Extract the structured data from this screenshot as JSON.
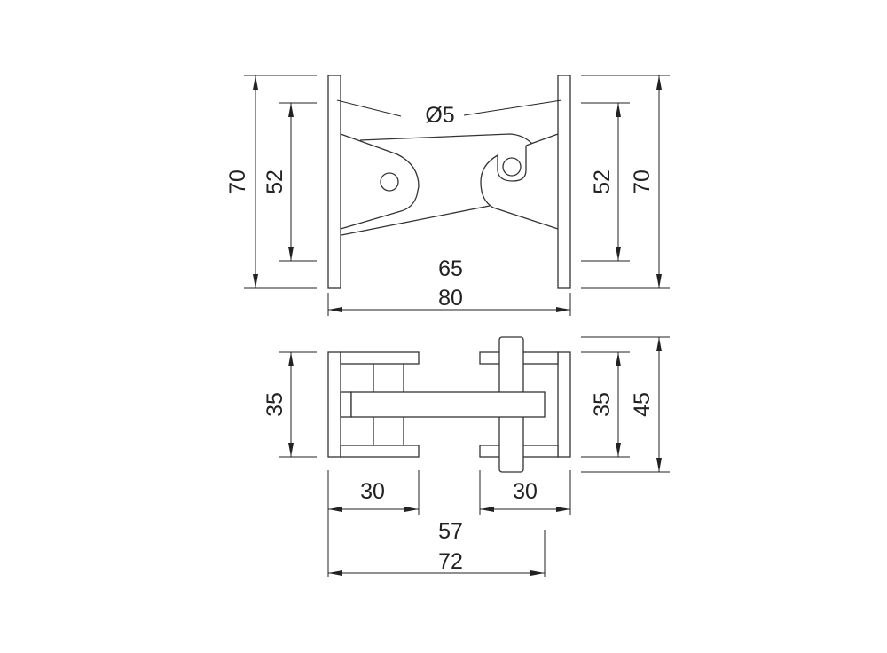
{
  "drawing": {
    "top_view": {
      "hole_label": "Ø5",
      "height_outer_left": "70",
      "height_inner_left": "52",
      "height_inner_right": "52",
      "height_outer_right": "70",
      "inner_width": "65",
      "outer_width": "80"
    },
    "bottom_view": {
      "height_left": "35",
      "height_right_inner": "35",
      "height_right_outer": "45",
      "left_part_width": "30",
      "right_part_width": "30",
      "inner_length": "57",
      "overall_length": "72"
    },
    "line_color": "#333333"
  }
}
